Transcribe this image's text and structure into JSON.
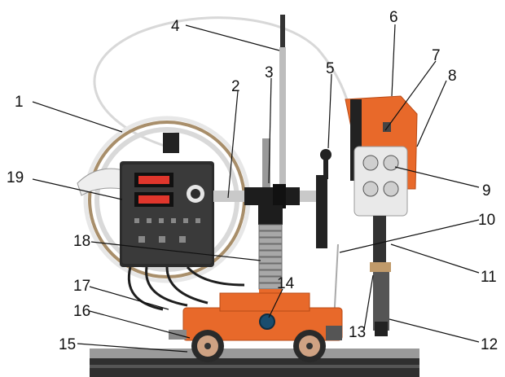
{
  "callouts": [
    {
      "id": 1,
      "label": "1"
    },
    {
      "id": 2,
      "label": "2"
    },
    {
      "id": 3,
      "label": "3"
    },
    {
      "id": 4,
      "label": "4"
    },
    {
      "id": 5,
      "label": "5"
    },
    {
      "id": 6,
      "label": "6"
    },
    {
      "id": 7,
      "label": "7"
    },
    {
      "id": 8,
      "label": "8"
    },
    {
      "id": 9,
      "label": "9"
    },
    {
      "id": 10,
      "label": "10"
    },
    {
      "id": 11,
      "label": "11"
    },
    {
      "id": 12,
      "label": "12"
    },
    {
      "id": 13,
      "label": "13"
    },
    {
      "id": 14,
      "label": "14"
    },
    {
      "id": 15,
      "label": "15"
    },
    {
      "id": 16,
      "label": "16"
    },
    {
      "id": 17,
      "label": "17"
    },
    {
      "id": 18,
      "label": "18"
    },
    {
      "id": 19,
      "label": "19"
    }
  ],
  "colors": {
    "orange": "#e8692a",
    "orange_dark": "#b94b17",
    "panel": "#2c2c2c",
    "display_red": "#e0362c",
    "metal": "#c9c9c9",
    "metal_dark": "#6d6d6d",
    "rail": "#3a3a3a",
    "wheel_rim": "#cfa283"
  }
}
